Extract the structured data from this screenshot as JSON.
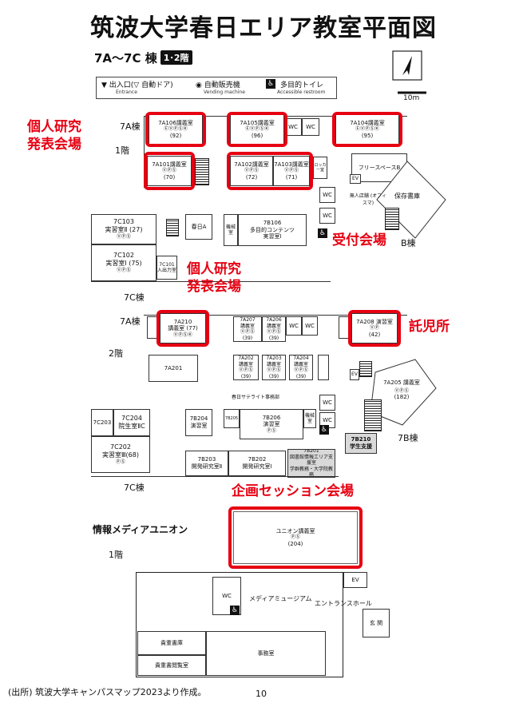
{
  "title": "筑波大学春日エリア教室平面図",
  "subtitle": "7A～7C 棟",
  "floor_chip": "1･2階",
  "scale_label": "10m",
  "legend": {
    "entrance": "▼ 出入口(▽ 自動ドア)",
    "entrance_en": "Entrance",
    "vending": "◉ 自動販売機",
    "vending_en": "Vending machine",
    "restroom": "多目的トイレ",
    "restroom_en": "Accessible restroom"
  },
  "labels": {
    "b7a_1": "7A棟",
    "f1_a": "1階",
    "b7c_1": "7C棟",
    "b7a_2": "7A棟",
    "f2": "2階",
    "b7c_2": "7C棟",
    "b7b_2": "7B棟",
    "b7b_1": "B棟",
    "media_union": "情報メディアユニオン",
    "f1_m": "1階"
  },
  "red_labels": {
    "individual_1": "個人研究\n発表会場",
    "reception": "受付会場",
    "individual_2": "個人研究\n発表会場",
    "nursery": "託児所",
    "planning": "企画セッション会場"
  },
  "rooms": {
    "r7a106": "7A106講義室",
    "r7a106_cap": "(92)",
    "r7a105": "7A105講義室",
    "r7a105_cap": "(96)",
    "r7a104": "7A104講義室",
    "r7a104_cap": "(95)",
    "r7a101": "7A101講義室",
    "r7a101_cap": "(70)",
    "r7a102": "7A102講義室",
    "r7a102_cap": "(72)",
    "r7a103": "7A103講義室",
    "r7a103_cap": "(71)",
    "wc": "WC",
    "locker": "ロッカー室",
    "free_space": "フリースペースB",
    "archive": "保存書庫",
    "shop": "無人店舗 (オフィスマ)",
    "ev": "EV",
    "r7c103": "7C103\n実習室Ⅱ (27)",
    "r7c102": "7C102\n実習室Ⅰ (75)",
    "r7c101": "7C101\n入出力室",
    "kasuga_a": "春日A",
    "mach": "機械室",
    "r7b106": "7B106\n多目的コンテンツ\n実習室Ⅰ",
    "r7a210": "7A210\n講義室 (77)",
    "r7a207": "7A207\n講義室",
    "r7a207_cap": "(39)",
    "r7a206": "7A206\n講義室",
    "r7a206_cap": "(39)",
    "r7a208": "7A208 演習室",
    "r7a208_cap": "(42)",
    "r7a201": "7A201",
    "r7a202": "7A202\n講義室",
    "r7a202_cap": "(39)",
    "r7a203": "7A203\n講義室",
    "r7a203_cap": "(39)",
    "r7a204": "7A204\n講義室",
    "r7a204_cap": "(39)",
    "r7a205": "7A205 講義室",
    "r7a205_cap": "(182)",
    "satellite": "春日サテライト事務部",
    "r7c203": "7C203",
    "r7c204": "7C204\n院生室ⅡC",
    "r7b204": "7B204\n演習室",
    "r7b205": "7B205",
    "r7b206": "7B206\n演習室",
    "r7c202": "7C202\n実習室Ⅲ(68)",
    "r7b203": "7B203\n開発研究室Ⅱ",
    "r7b202": "7B202\n開発研究室Ⅰ",
    "r7b201": "7B201\n図書館情報エリア支援室\n学群教務・大学院教務",
    "r7b210": "7B210\n学生支援",
    "union_room": "ユニオン講義室",
    "union_cap": "(204)",
    "media_museum": "メディアミュージアム",
    "entrance_hall": "エントランスホール",
    "genkan": "玄 関",
    "valuable_books": "貴重書庫",
    "valuable_reading": "貴重書閲覧室",
    "office": "事務室"
  },
  "footer": "(出所) 筑波大学キャンパスマップ2023より作成。",
  "page_number": "10"
}
